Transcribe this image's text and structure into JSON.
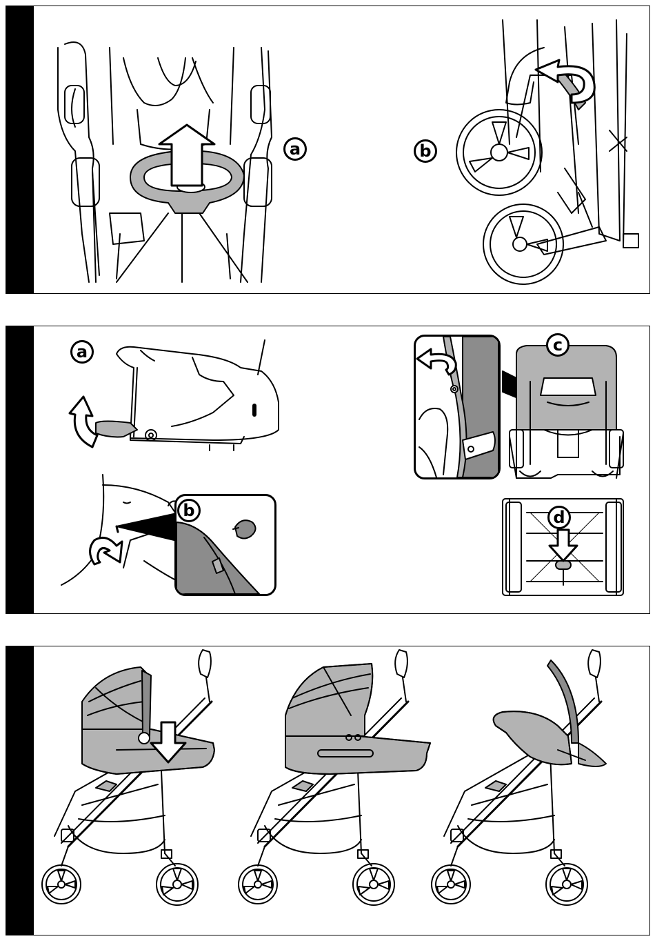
{
  "panels": [
    {
      "name": "panel-1",
      "labels": [
        "a",
        "b"
      ]
    },
    {
      "name": "panel-2",
      "labels": [
        "a",
        "b",
        "c",
        "d"
      ]
    },
    {
      "name": "panel-3",
      "labels": []
    }
  ],
  "colors": {
    "line": "#000000",
    "fill_gray": "#b3b3b3",
    "fill_dark": "#8c8c8c",
    "paper": "#ffffff"
  },
  "icons": [
    "arrow-up-icon",
    "rotate-arrow-icon",
    "arrow-down-icon",
    "wheel-icon"
  ]
}
